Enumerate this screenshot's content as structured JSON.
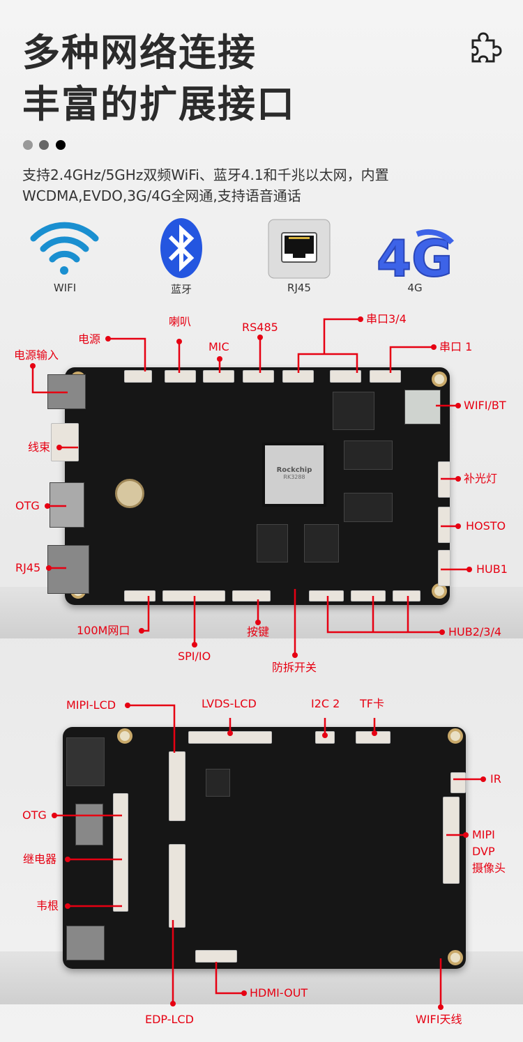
{
  "heading": {
    "line1": "多种网络连接",
    "line2": "丰富的扩展接口"
  },
  "description": {
    "line1": "支持2.4GHz/5GHz双频WiFi、蓝牙4.1和千兆以太网，内置",
    "line2": "WCDMA,EVDO,3G/4G全网通,支持语音通话"
  },
  "features": [
    {
      "icon": "wifi-icon",
      "label": "WIFI"
    },
    {
      "icon": "bluetooth-icon",
      "label": "蓝牙"
    },
    {
      "icon": "ethernet-port-icon",
      "label": "RJ45"
    },
    {
      "icon": "4g-icon",
      "label": "4G"
    }
  ],
  "chip": {
    "brand": "Rockchip",
    "model": "RK3288"
  },
  "front_labels": {
    "power_input": "电源输入",
    "power": "电源",
    "speaker": "喇叭",
    "mic": "MIC",
    "rs485": "RS485",
    "serial34": "串口3/4",
    "serial1": "串口 1",
    "wifi_bt": "WIFI/BT",
    "harness": "线束",
    "otg": "OTG",
    "rj45": "RJ45",
    "fill_light": "补光灯",
    "hosto": "HOSTO",
    "hub1": "HUB1",
    "net100m": "100M网口",
    "spi_io": "SPI/IO",
    "button": "按键",
    "tamper": "防拆开关",
    "hub234": "HUB2/3/4"
  },
  "back_labels": {
    "mipi_lcd": "MIPI-LCD",
    "lvds_lcd": "LVDS-LCD",
    "i2c2": "I2C 2",
    "tf": "TF卡",
    "ir": "IR",
    "mipi": "MIPI",
    "dvp": "DVP",
    "camera": "摄像头",
    "otg": "OTG",
    "relay": "继电器",
    "wiegand": "韦根",
    "hdmi": "HDMI-OUT",
    "edp": "EDP-LCD",
    "wifi_ant": "WIFI天线"
  },
  "colors": {
    "accent": "#e60012",
    "title": "#2b2b2b"
  }
}
